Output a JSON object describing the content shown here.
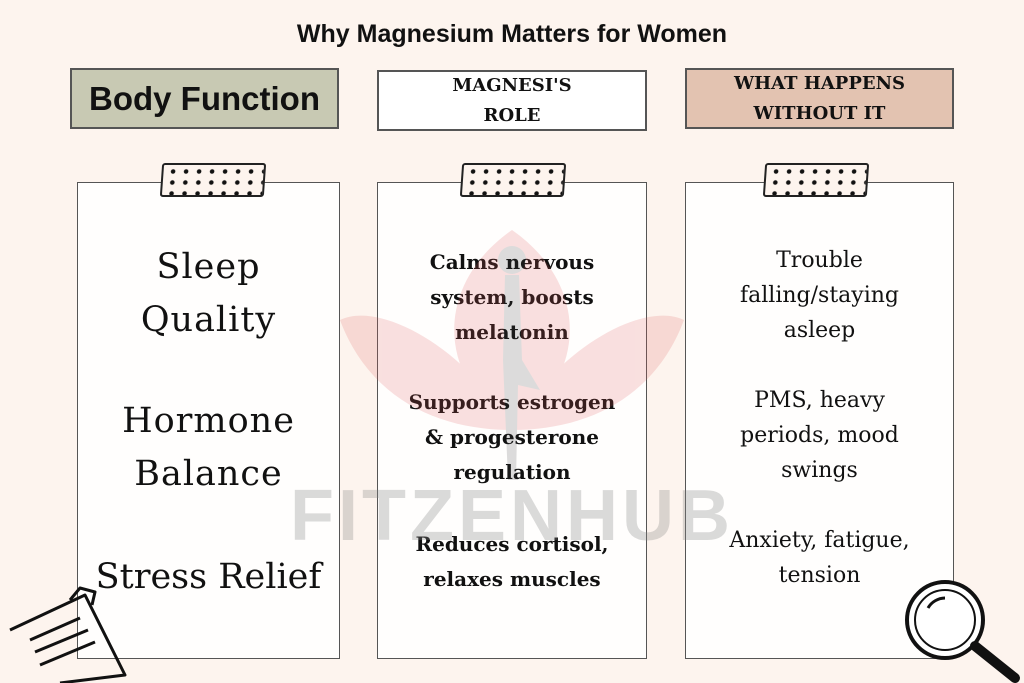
{
  "title": "Why Magnesium Matters for Women",
  "headers": {
    "body_function": "Body Function",
    "role_line1": "MAGNESI'S",
    "role_line2": "ROLE",
    "without_line1": "WHAT HAPPENS",
    "without_line2": "WITHOUT IT"
  },
  "body_functions": [
    {
      "l1": "Sleep",
      "l2": "Quality"
    },
    {
      "l1": "Hormone",
      "l2": "Balance"
    },
    {
      "l1": "Stress Relief"
    }
  ],
  "roles": [
    {
      "l1": "Calms nervous",
      "l2": "system, boosts",
      "l3": "melatonin"
    },
    {
      "l1": "Supports estrogen",
      "l2": "& progesterone",
      "l3": "regulation"
    },
    {
      "l1": "Reduces cortisol,",
      "l2": "relaxes muscles"
    }
  ],
  "effects": [
    {
      "l1": "Trouble",
      "l2": "falling/staying",
      "l3": "asleep"
    },
    {
      "l1": "PMS, heavy",
      "l2": "periods, mood",
      "l3": "swings"
    },
    {
      "l1": "Anxiety, fatigue,",
      "l2": "tension"
    }
  ],
  "watermark": "FITZENHUB",
  "colors": {
    "background": "#fdf4ee",
    "body_header": "#c8c9b3",
    "without_header": "#e3c3b1"
  }
}
